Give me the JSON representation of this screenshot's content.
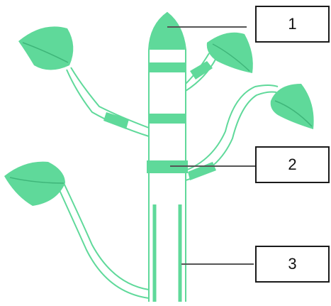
{
  "colors": {
    "plant_green": "#5fd99a",
    "leaf_vein": "#3fb67a",
    "leader_line": "#555555",
    "box_border": "#1a1a1a"
  },
  "labels": [
    {
      "id": "1",
      "text": "1"
    },
    {
      "id": "2",
      "text": "2"
    },
    {
      "id": "3",
      "text": "3"
    }
  ]
}
